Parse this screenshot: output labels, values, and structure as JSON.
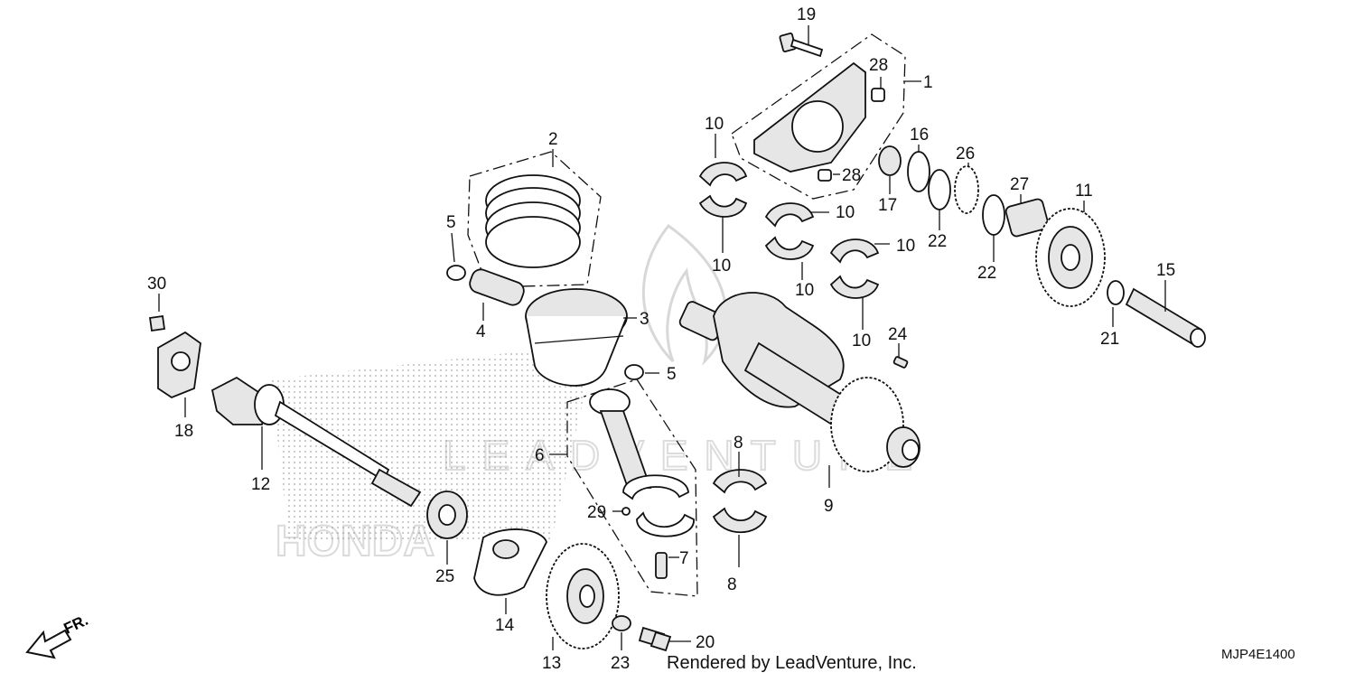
{
  "diagram_code": "MJP4E1400",
  "credit": "Rendered by LeadVenture, Inc.",
  "front_marker": "FR.",
  "watermark_text": "LEADVENTURE",
  "callouts": [
    {
      "id": "c1",
      "text": "1"
    },
    {
      "id": "c2",
      "text": "2"
    },
    {
      "id": "c3",
      "text": "3"
    },
    {
      "id": "c4",
      "text": "4"
    },
    {
      "id": "c5a",
      "text": "5"
    },
    {
      "id": "c5b",
      "text": "5"
    },
    {
      "id": "c6",
      "text": "6"
    },
    {
      "id": "c7",
      "text": "7"
    },
    {
      "id": "c8a",
      "text": "8"
    },
    {
      "id": "c8b",
      "text": "8"
    },
    {
      "id": "c9",
      "text": "9"
    },
    {
      "id": "c10a",
      "text": "10"
    },
    {
      "id": "c10b",
      "text": "10"
    },
    {
      "id": "c10c",
      "text": "10"
    },
    {
      "id": "c10d",
      "text": "10"
    },
    {
      "id": "c10e",
      "text": "10"
    },
    {
      "id": "c10f",
      "text": "10"
    },
    {
      "id": "c11",
      "text": "11"
    },
    {
      "id": "c12",
      "text": "12"
    },
    {
      "id": "c13",
      "text": "13"
    },
    {
      "id": "c14",
      "text": "14"
    },
    {
      "id": "c15",
      "text": "15"
    },
    {
      "id": "c16",
      "text": "16"
    },
    {
      "id": "c17",
      "text": "17"
    },
    {
      "id": "c18",
      "text": "18"
    },
    {
      "id": "c19",
      "text": "19"
    },
    {
      "id": "c20",
      "text": "20"
    },
    {
      "id": "c21",
      "text": "21"
    },
    {
      "id": "c22a",
      "text": "22"
    },
    {
      "id": "c22b",
      "text": "22"
    },
    {
      "id": "c23",
      "text": "23"
    },
    {
      "id": "c24",
      "text": "24"
    },
    {
      "id": "c25",
      "text": "25"
    },
    {
      "id": "c26",
      "text": "26"
    },
    {
      "id": "c27",
      "text": "27"
    },
    {
      "id": "c28a",
      "text": "28"
    },
    {
      "id": "c28b",
      "text": "28"
    },
    {
      "id": "c29",
      "text": "29"
    },
    {
      "id": "c30",
      "text": "30"
    }
  ]
}
